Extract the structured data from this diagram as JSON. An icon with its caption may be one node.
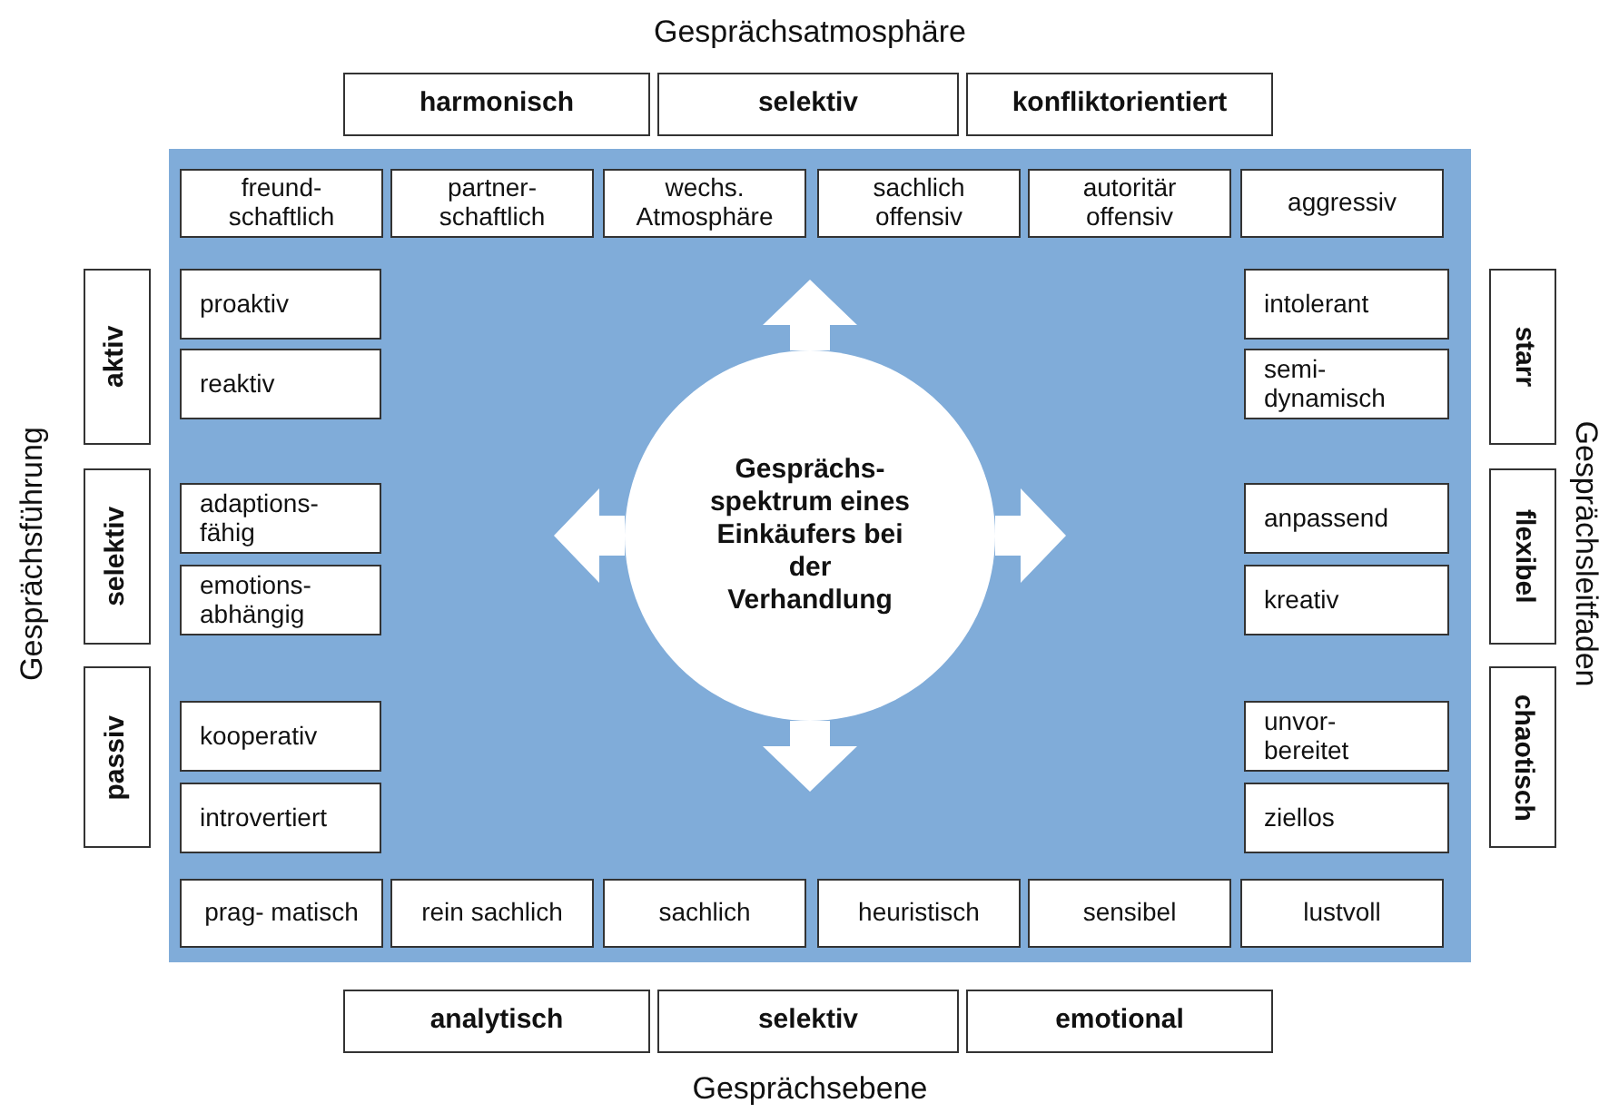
{
  "diagram": {
    "nodes": [
      {
        "text": [
          "harmonisch"
        ]
      },
      {
        "text": [
          "selektiv"
        ]
      },
      {
        "text": [
          "konfliktorientiert"
        ]
      },
      {
        "text": [
          "aktiv"
        ]
      },
      {
        "text": [
          "selektiv"
        ]
      },
      {
        "text": [
          "passiv"
        ]
      },
      {
        "text": [],
        "shape": "box"
      },
      {
        "text": [
          "freund- schaftlich"
        ],
        "in": 6
      },
      {
        "text": [
          "partner- schaftlich"
        ],
        "in": 6
      },
      {
        "text": [
          "wechs. Atmosphäre"
        ],
        "in": 6
      },
      {
        "text": [
          "sachlich offensiv"
        ],
        "in": 6
      },
      {
        "text": [
          "autoritär offensiv"
        ],
        "in": 6
      },
      {
        "text": [
          "aggressiv"
        ],
        "in": 6
      },
      {
        "text": [
          "proaktiv"
        ],
        "in": 6
      },
      {
        "text": [
          "reaktiv"
        ],
        "in": 6
      },
      {
        "text": [
          "adaptions- fähig"
        ],
        "in": 6
      },
      {
        "text": [
          "emotions- abhängig"
        ],
        "in": 6
      },
      {
        "text": [
          "kooperativ"
        ],
        "in": 6
      },
      {
        "text": [
          "introvertiert"
        ],
        "in": 6
      },
      {
        "text": [
          "Gesprächs- spektrum eines Einkäufers bei der Verhandlung"
        ],
        "in": 6
      },
      {
        "text": [
          "intolerant"
        ],
        "in": 6
      },
      {
        "text": [
          "semi- dynamisch"
        ],
        "in": 6
      },
      {
        "text": [
          "anpassend"
        ],
        "in": 6
      },
      {
        "text": [
          "kreativ"
        ],
        "in": 6
      },
      {
        "text": [
          "unvor- bereitet"
        ],
        "in": 6
      },
      {
        "text": [
          "ziellos"
        ],
        "in": 6
      },
      {
        "text": [
          "prag- matisch"
        ],
        "in": 6
      },
      {
        "text": [
          "rein sachlich"
        ],
        "in": 6
      },
      {
        "text": [
          "sachlich"
        ],
        "in": 6
      },
      {
        "text": [
          "heuristisch"
        ],
        "in": 6
      },
      {
        "text": [
          "sensibel"
        ],
        "in": 6
      },
      {
        "text": [
          "lustvoll"
        ],
        "in": 6
      },
      {
        "text": [
          "starr"
        ]
      },
      {
        "text": [
          "flexibel"
        ]
      },
      {
        "text": [
          "chaotisch"
        ]
      },
      {
        "text": [
          "analytisch"
        ]
      },
      {
        "text": [
          "selektiv"
        ]
      },
      {
        "text": [
          "emotional"
        ]
      }
    ],
    "edges": [
      {
        "from": 19,
        "to": null,
        "arrow": "to"
      },
      {
        "from": 19,
        "to": null,
        "arrow": "to"
      },
      {
        "from": 19,
        "to": null,
        "arrow": "to"
      },
      {
        "from": 19,
        "to": null,
        "arrow": "to"
      }
    ],
    "labels": [
      "Gesprächsatmosphäre",
      "Gesprächsführung",
      "Gesprächsleitfaden",
      "Gesprächsebene"
    ]
  }
}
